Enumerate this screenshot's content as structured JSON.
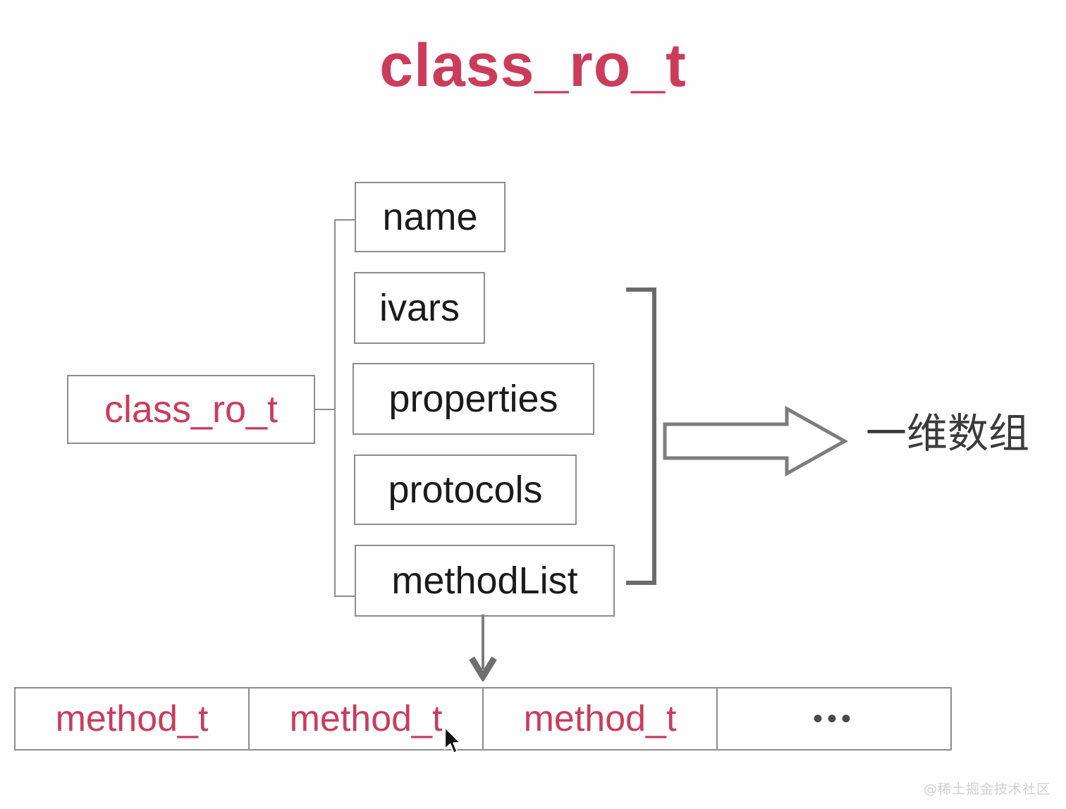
{
  "page": {
    "title": "class_ro_t",
    "background_color": "#fefefe",
    "accent_color": "#cb3c5b",
    "line_color": "#8d8d8d",
    "bracket_color": "#6b6b6b"
  },
  "diagram": {
    "root": {
      "label": "class_ro_t"
    },
    "fields": [
      {
        "label": "name"
      },
      {
        "label": "ivars"
      },
      {
        "label": "properties"
      },
      {
        "label": "protocols"
      },
      {
        "label": "methodList"
      }
    ],
    "annotation": {
      "label": "一维数组",
      "arrow_icon": "block-arrow-right-icon"
    },
    "method_array": {
      "cells": [
        {
          "label": "method_t"
        },
        {
          "label": "method_t"
        },
        {
          "label": "method_t"
        },
        {
          "label": "•••"
        }
      ]
    }
  },
  "watermark": {
    "text": "@稀土掘金技术社区"
  }
}
